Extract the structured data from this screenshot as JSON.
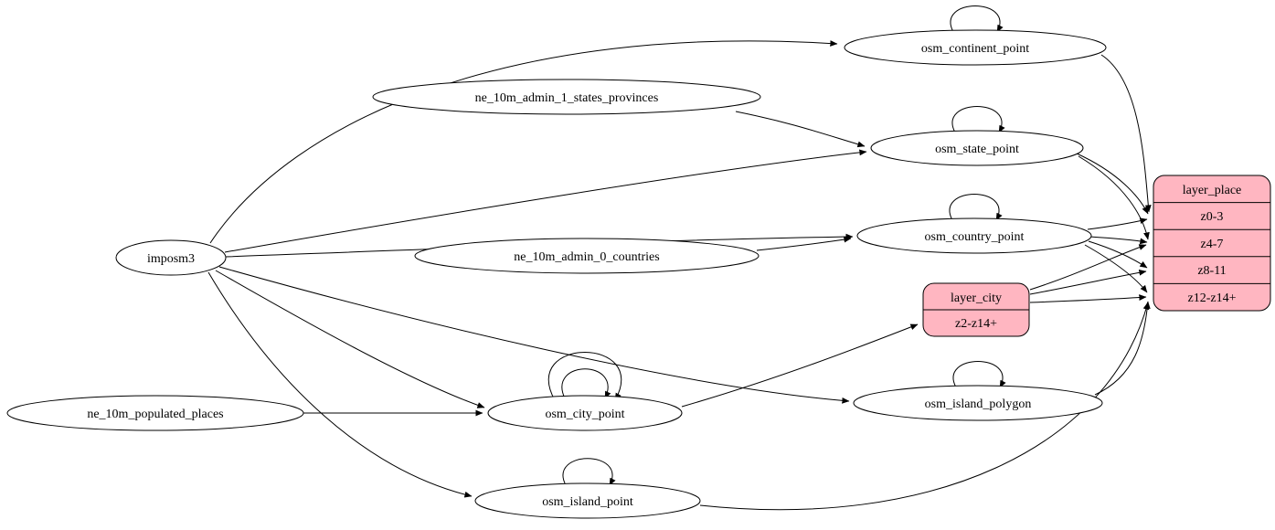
{
  "diagram": {
    "colors": {
      "record_fill": "#ffb6c1",
      "node_fill": "#ffffff",
      "stroke": "#000000"
    },
    "nodes": {
      "imposm3": {
        "label": "imposm3"
      },
      "ne_10m_admin_1_states_provinces": {
        "label": "ne_10m_admin_1_states_provinces"
      },
      "ne_10m_admin_0_countries": {
        "label": "ne_10m_admin_0_countries"
      },
      "ne_10m_populated_places": {
        "label": "ne_10m_populated_places"
      },
      "osm_continent_point": {
        "label": "osm_continent_point"
      },
      "osm_state_point": {
        "label": "osm_state_point"
      },
      "osm_country_point": {
        "label": "osm_country_point"
      },
      "osm_city_point": {
        "label": "osm_city_point"
      },
      "osm_island_polygon": {
        "label": "osm_island_polygon"
      },
      "osm_island_point": {
        "label": "osm_island_point"
      }
    },
    "records": {
      "layer_place": {
        "title": "layer_place",
        "rows": [
          "z0-3",
          "z4-7",
          "z8-11",
          "z12-z14+"
        ]
      },
      "layer_city": {
        "title": "layer_city",
        "rows": [
          "z2-z14+"
        ]
      }
    },
    "edges": [
      "imposm3 -> osm_continent_point",
      "imposm3 -> osm_state_point",
      "imposm3 -> osm_country_point",
      "imposm3 -> osm_city_point",
      "imposm3 -> osm_island_polygon",
      "imposm3 -> osm_island_point",
      "ne_10m_admin_1_states_provinces -> osm_state_point",
      "ne_10m_admin_0_countries -> osm_country_point",
      "ne_10m_populated_places -> osm_city_point",
      "osm_continent_point -> osm_continent_point",
      "osm_state_point -> osm_state_point",
      "osm_country_point -> osm_country_point",
      "osm_city_point -> osm_city_point",
      "osm_city_point -> osm_city_point",
      "osm_island_polygon -> osm_island_polygon",
      "osm_island_point -> osm_island_point",
      "osm_continent_point -> layer_place:z0-3",
      "osm_state_point -> layer_place:z0-3",
      "osm_state_point -> layer_place:z4-7",
      "osm_country_point -> layer_place:z0-3",
      "osm_country_point -> layer_place:z4-7",
      "osm_country_point -> layer_place:z8-11",
      "osm_country_point -> layer_place:z12-z14+",
      "osm_city_point -> layer_city:z2-z14+",
      "layer_city -> layer_place:z4-7",
      "layer_city -> layer_place:z8-11",
      "layer_city -> layer_place:z12-z14+",
      "osm_island_polygon -> layer_place:z12-z14+",
      "osm_island_point -> layer_place:z12-z14+"
    ]
  }
}
